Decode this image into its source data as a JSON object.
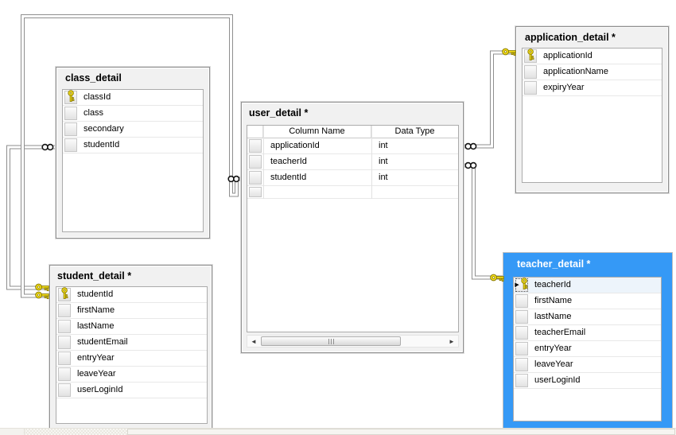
{
  "diagram": {
    "tables": [
      {
        "id": "class_detail",
        "title": "class_detail",
        "fields": [
          {
            "name": "classId",
            "pk": true
          },
          {
            "name": "class"
          },
          {
            "name": "secondary"
          },
          {
            "name": "studentId"
          }
        ]
      },
      {
        "id": "user_detail",
        "title": "user_detail *",
        "grid": {
          "headers": [
            "Column Name",
            "Data Type"
          ],
          "rows": [
            [
              "applicationId",
              "int"
            ],
            [
              "teacherId",
              "int"
            ],
            [
              "studentId",
              "int"
            ],
            [
              "",
              ""
            ]
          ]
        }
      },
      {
        "id": "application_detail",
        "title": "application_detail *",
        "fields": [
          {
            "name": "applicationId",
            "pk": true
          },
          {
            "name": "applicationName"
          },
          {
            "name": "expiryYear"
          }
        ]
      },
      {
        "id": "student_detail",
        "title": "student_detail *",
        "fields": [
          {
            "name": "studentId",
            "pk": true
          },
          {
            "name": "firstName"
          },
          {
            "name": "lastName"
          },
          {
            "name": "studentEmail"
          },
          {
            "name": "entryYear"
          },
          {
            "name": "leaveYear"
          },
          {
            "name": "userLoginId"
          }
        ]
      },
      {
        "id": "teacher_detail",
        "title": "teacher_detail *",
        "selected": true,
        "fields": [
          {
            "name": "teacherId",
            "pk": true,
            "current": true
          },
          {
            "name": "firstName"
          },
          {
            "name": "lastName"
          },
          {
            "name": "teacherEmail"
          },
          {
            "name": "entryYear"
          },
          {
            "name": "leaveYear"
          },
          {
            "name": "userLoginId"
          }
        ]
      }
    ],
    "relationships": [
      {
        "pk_table": "student_detail",
        "fk_table": "class_detail",
        "pk_symbol": "key",
        "fk_symbol": "infinity"
      },
      {
        "pk_table": "student_detail",
        "fk_table": "user_detail",
        "pk_symbol": "key",
        "fk_symbol": "infinity"
      },
      {
        "pk_table": "application_detail",
        "fk_table": "user_detail",
        "pk_symbol": "key",
        "fk_symbol": "infinity"
      },
      {
        "pk_table": "teacher_detail",
        "fk_table": "user_detail",
        "pk_symbol": "key",
        "fk_symbol": "infinity"
      }
    ],
    "icons": {
      "scroll_left": "◄",
      "scroll_right": "►",
      "row_marker": "▶"
    },
    "colors": {
      "selection_blue": "#3599F6",
      "key_yellow": "#F7E21B",
      "canvas": "#FFFFFF"
    }
  }
}
